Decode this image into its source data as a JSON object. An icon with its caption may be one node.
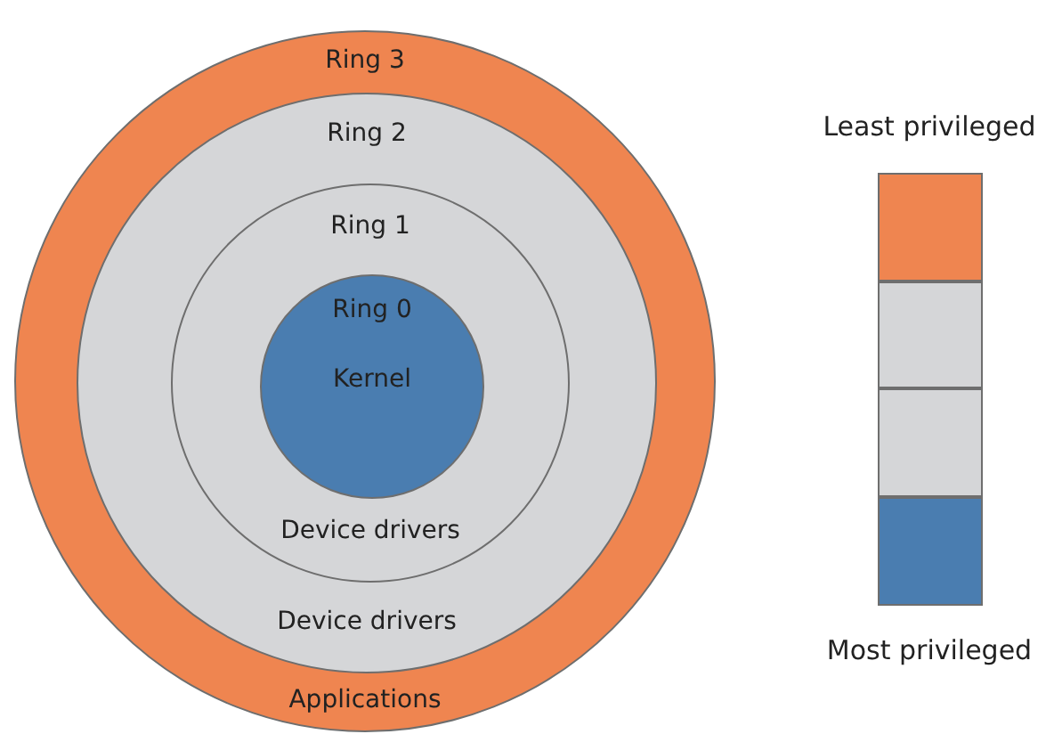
{
  "diagram": {
    "nodes": [
      {
        "text": [
          "Ring 3",
          "Applications"
        ]
      },
      {
        "text": [
          "Ring 2",
          "Device drivers"
        ],
        "in": 0
      },
      {
        "text": [
          "Ring 1",
          "Device drivers"
        ],
        "in": 1
      },
      {
        "text": [
          "Ring 0",
          "Kernel"
        ],
        "in": 2
      },
      {
        "text": [],
        "shape": "box"
      },
      {
        "text": [],
        "shape": "box"
      },
      {
        "text": [],
        "shape": "box"
      },
      {
        "text": [],
        "shape": "box"
      }
    ],
    "edges": [],
    "labels": [
      "Least privileged",
      "Most privileged"
    ]
  }
}
